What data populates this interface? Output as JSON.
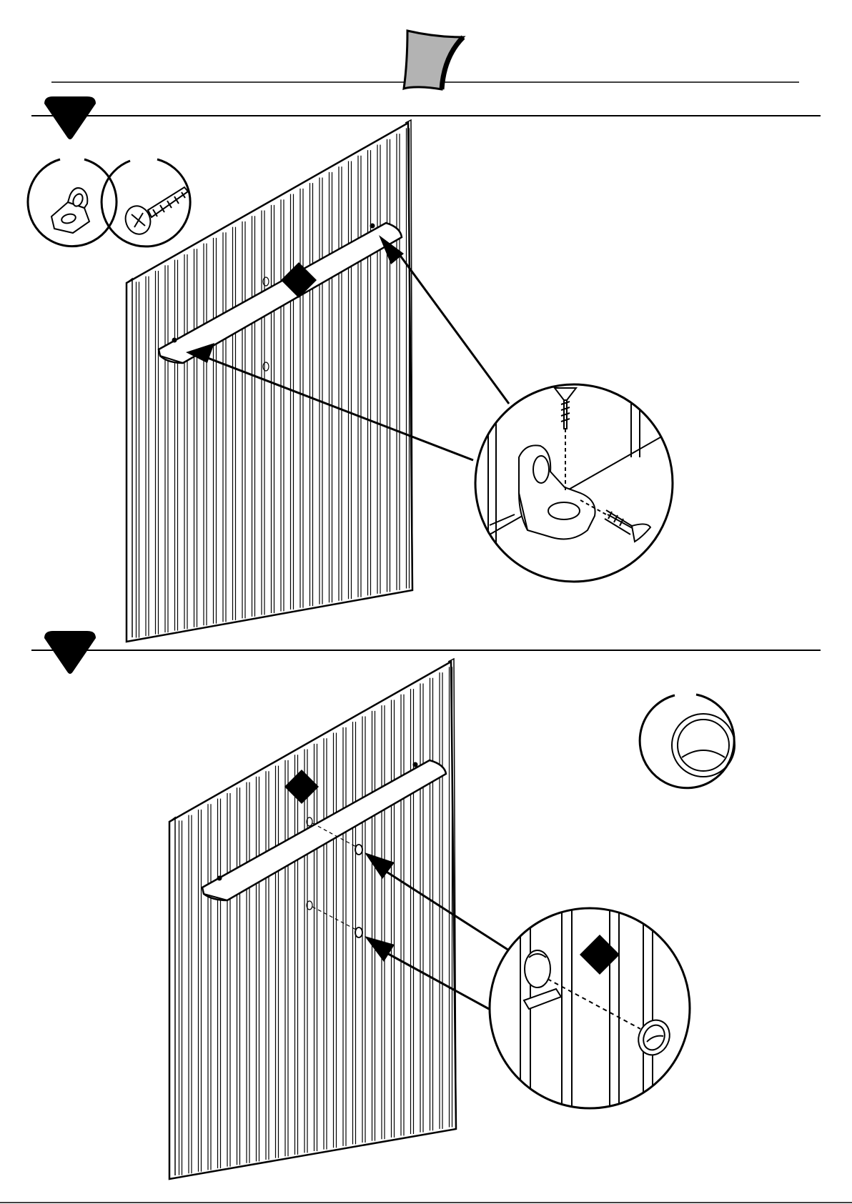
{
  "document": {
    "type": "assembly-instructions",
    "steps": [
      {
        "id": "step-1",
        "parts_shown": [
          "angle-bracket-icon",
          "screw-icon"
        ],
        "detail": "bracket-screw-mounting-detail"
      },
      {
        "id": "step-2",
        "parts_shown": [
          "grommet-icon"
        ],
        "detail": "grommet-hole-detail"
      }
    ]
  },
  "colors": {
    "ink": "#000000",
    "paper": "#ffffff",
    "tab_fill": "#b3b3b3"
  }
}
